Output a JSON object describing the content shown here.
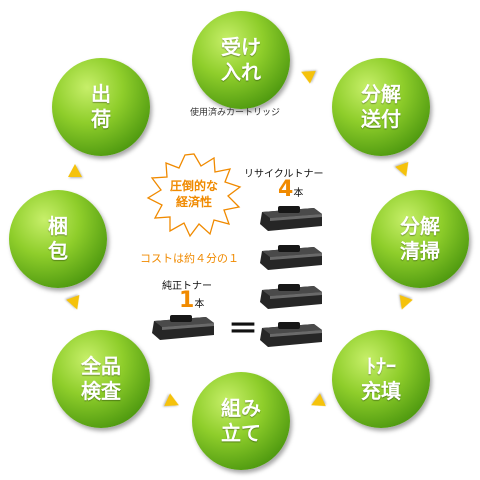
{
  "steps": [
    {
      "id": "receive",
      "lines": [
        "受け",
        "入れ"
      ]
    },
    {
      "id": "disassemble",
      "lines": [
        "分解",
        "送付"
      ]
    },
    {
      "id": "clean",
      "lines": [
        "分解",
        "清掃"
      ]
    },
    {
      "id": "fill",
      "lines": [
        "ﾄﾅｰ",
        "充填"
      ]
    },
    {
      "id": "assemble",
      "lines": [
        "組み",
        "立て"
      ]
    },
    {
      "id": "inspect",
      "lines": [
        "全品",
        "検査"
      ]
    },
    {
      "id": "pack",
      "lines": [
        "梱",
        "包"
      ]
    },
    {
      "id": "ship",
      "lines": [
        "出",
        "荷"
      ]
    }
  ],
  "cartridge_caption": "使用済みカートリッジ",
  "burst": {
    "line1": "圧倒的な",
    "line2": "経済性"
  },
  "recycled": {
    "name": "リサイクルトナー",
    "count": "4",
    "unit": "本"
  },
  "cost_text": "コストは約４分の１",
  "genuine": {
    "name": "純正トナー",
    "count": "1",
    "unit": "本"
  },
  "equals_sign": "＝",
  "colors": {
    "node_green": "#6ab21d",
    "arrow_yellow": "#f5c20b",
    "accent_orange": "#f08a00"
  }
}
